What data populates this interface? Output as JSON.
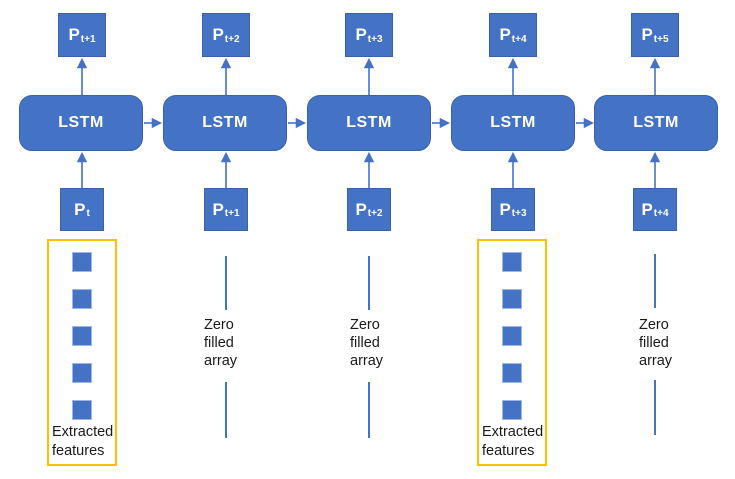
{
  "colors": {
    "node_fill": "#4472C4",
    "node_border": "#3A62A8",
    "arrow": "#4472C4",
    "highlight": "#FFC000",
    "square_fill": "#4472C4",
    "square_border": "#9DB6E4",
    "label_text": "#1A1A1A",
    "node_text": "#FFFFFF",
    "background": "#FFFFFF"
  },
  "columns": [
    {
      "output": {
        "base": "P",
        "sub": "t+1"
      },
      "cell_label": "LSTM",
      "input": {
        "base": "P",
        "sub": "t"
      },
      "lower": {
        "kind": "extracted-features",
        "label": "Extracted\nfeatures",
        "square_count": 5
      }
    },
    {
      "output": {
        "base": "P",
        "sub": "t+2"
      },
      "cell_label": "LSTM",
      "input": {
        "base": "P",
        "sub": "t+1"
      },
      "lower": {
        "kind": "zero-filled-array",
        "label": "Zero\nfilled\narray"
      }
    },
    {
      "output": {
        "base": "P",
        "sub": "t+3"
      },
      "cell_label": "LSTM",
      "input": {
        "base": "P",
        "sub": "t+2"
      },
      "lower": {
        "kind": "zero-filled-array",
        "label": "Zero\nfilled\narray"
      }
    },
    {
      "output": {
        "base": "P",
        "sub": "t+4"
      },
      "cell_label": "LSTM",
      "input": {
        "base": "P",
        "sub": "t+3"
      },
      "lower": {
        "kind": "extracted-features",
        "label": "Extracted\nfeatures",
        "square_count": 5
      }
    },
    {
      "output": {
        "base": "P",
        "sub": "t+5"
      },
      "cell_label": "LSTM",
      "input": {
        "base": "P",
        "sub": "t+4"
      },
      "lower": {
        "kind": "zero-filled-array",
        "label": "Zero\nfilled\narray"
      }
    }
  ]
}
